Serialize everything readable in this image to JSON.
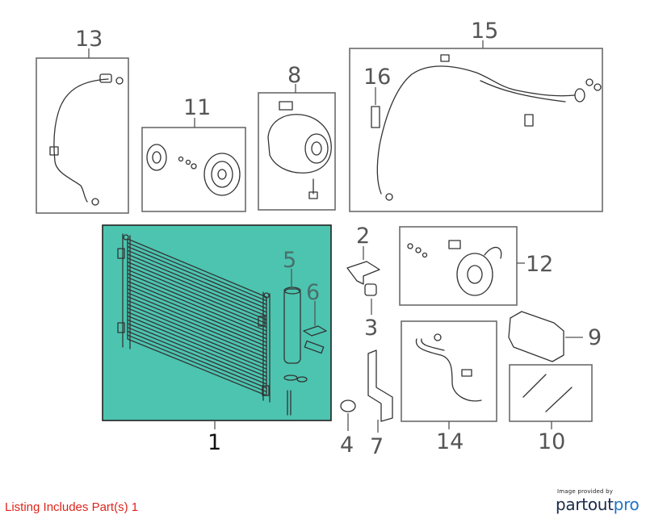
{
  "diagram": {
    "callouts": [
      "1",
      "2",
      "3",
      "4",
      "5",
      "6",
      "7",
      "8",
      "9",
      "10",
      "11",
      "12",
      "13",
      "14",
      "15",
      "16"
    ],
    "highlighted_part": "1"
  },
  "footer": {
    "listing_text": "Listing Includes Part(s) 1",
    "credit_text": "Image provided by",
    "logo_part1": "partout",
    "logo_part2": "pro"
  },
  "colors": {
    "highlight_fill": "#4cc4b0",
    "listing_text": "#e0241b",
    "logo_dark": "#1b2a4a",
    "logo_blue": "#1f74c4"
  }
}
